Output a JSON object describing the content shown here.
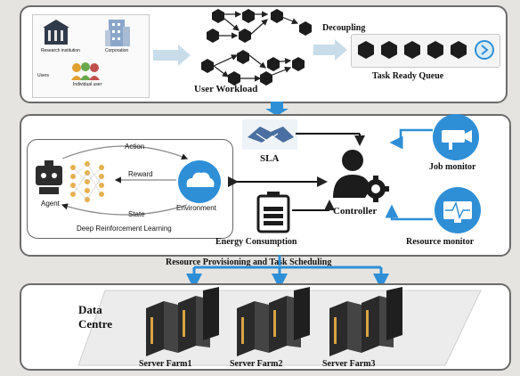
{
  "top": {
    "users": {
      "research": "Research institution",
      "corporation": "Corporation",
      "individual": "Individual user",
      "group_label": "Users"
    },
    "user_workload": "User Workload",
    "decoupling": "Decoupling",
    "task_ready_queue": "Task Ready Queue"
  },
  "middle": {
    "drl": {
      "action": "Action",
      "reward": "Reward",
      "state": "State",
      "agent": "Agent",
      "environment": "Environment",
      "title": "Deep Reinforcement Learning"
    },
    "sla": "SLA",
    "energy": "Energy Consumption",
    "controller": "Controller",
    "job_monitor": "Job monitor",
    "resource_monitor": "Resource monitor"
  },
  "link_label": "Resource Provisioning and Task Scheduling",
  "bottom": {
    "data_centre_line1": "Data",
    "data_centre_line2": "Centre",
    "farms": [
      "Server Farm1",
      "Server Farm2",
      "Server Farm3"
    ]
  },
  "colors": {
    "accent_blue": "#2f8fd6",
    "arrow_light": "#a9cfe6",
    "cube": "#1c1c1c"
  }
}
